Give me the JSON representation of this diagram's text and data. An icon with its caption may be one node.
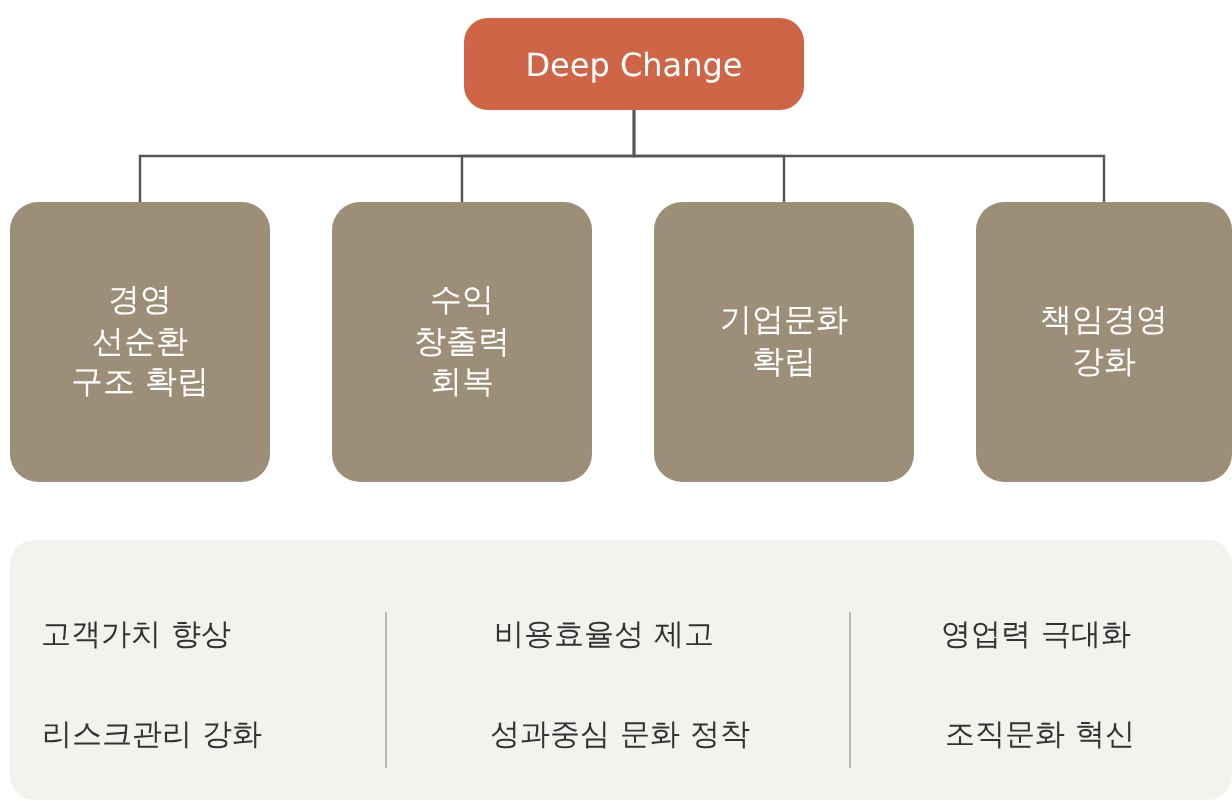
{
  "diagram": {
    "nodes": [
      {
        "text": [
          "Deep Change"
        ]
      },
      {
        "text": [
          "경영 선순환 구조 확립"
        ]
      },
      {
        "text": [
          "수익 창출력 회복"
        ]
      },
      {
        "text": [
          "기업문화 확립"
        ]
      },
      {
        "text": [
          "책임경영 강화"
        ]
      },
      {
        "text": [
          "고객가치 향상",
          "비용효율성 제고",
          "영업력 극대화",
          "리스크관리 강화",
          "성과중심 문화 정착",
          "조직문화 혁신"
        ]
      }
    ],
    "edges": [
      {
        "from": 0,
        "to": 1,
        "arrow": "none"
      },
      {
        "from": 0,
        "to": 2,
        "arrow": "none"
      },
      {
        "from": 0,
        "to": 3,
        "arrow": "none"
      },
      {
        "from": 0,
        "to": 4,
        "arrow": "none"
      }
    ]
  }
}
